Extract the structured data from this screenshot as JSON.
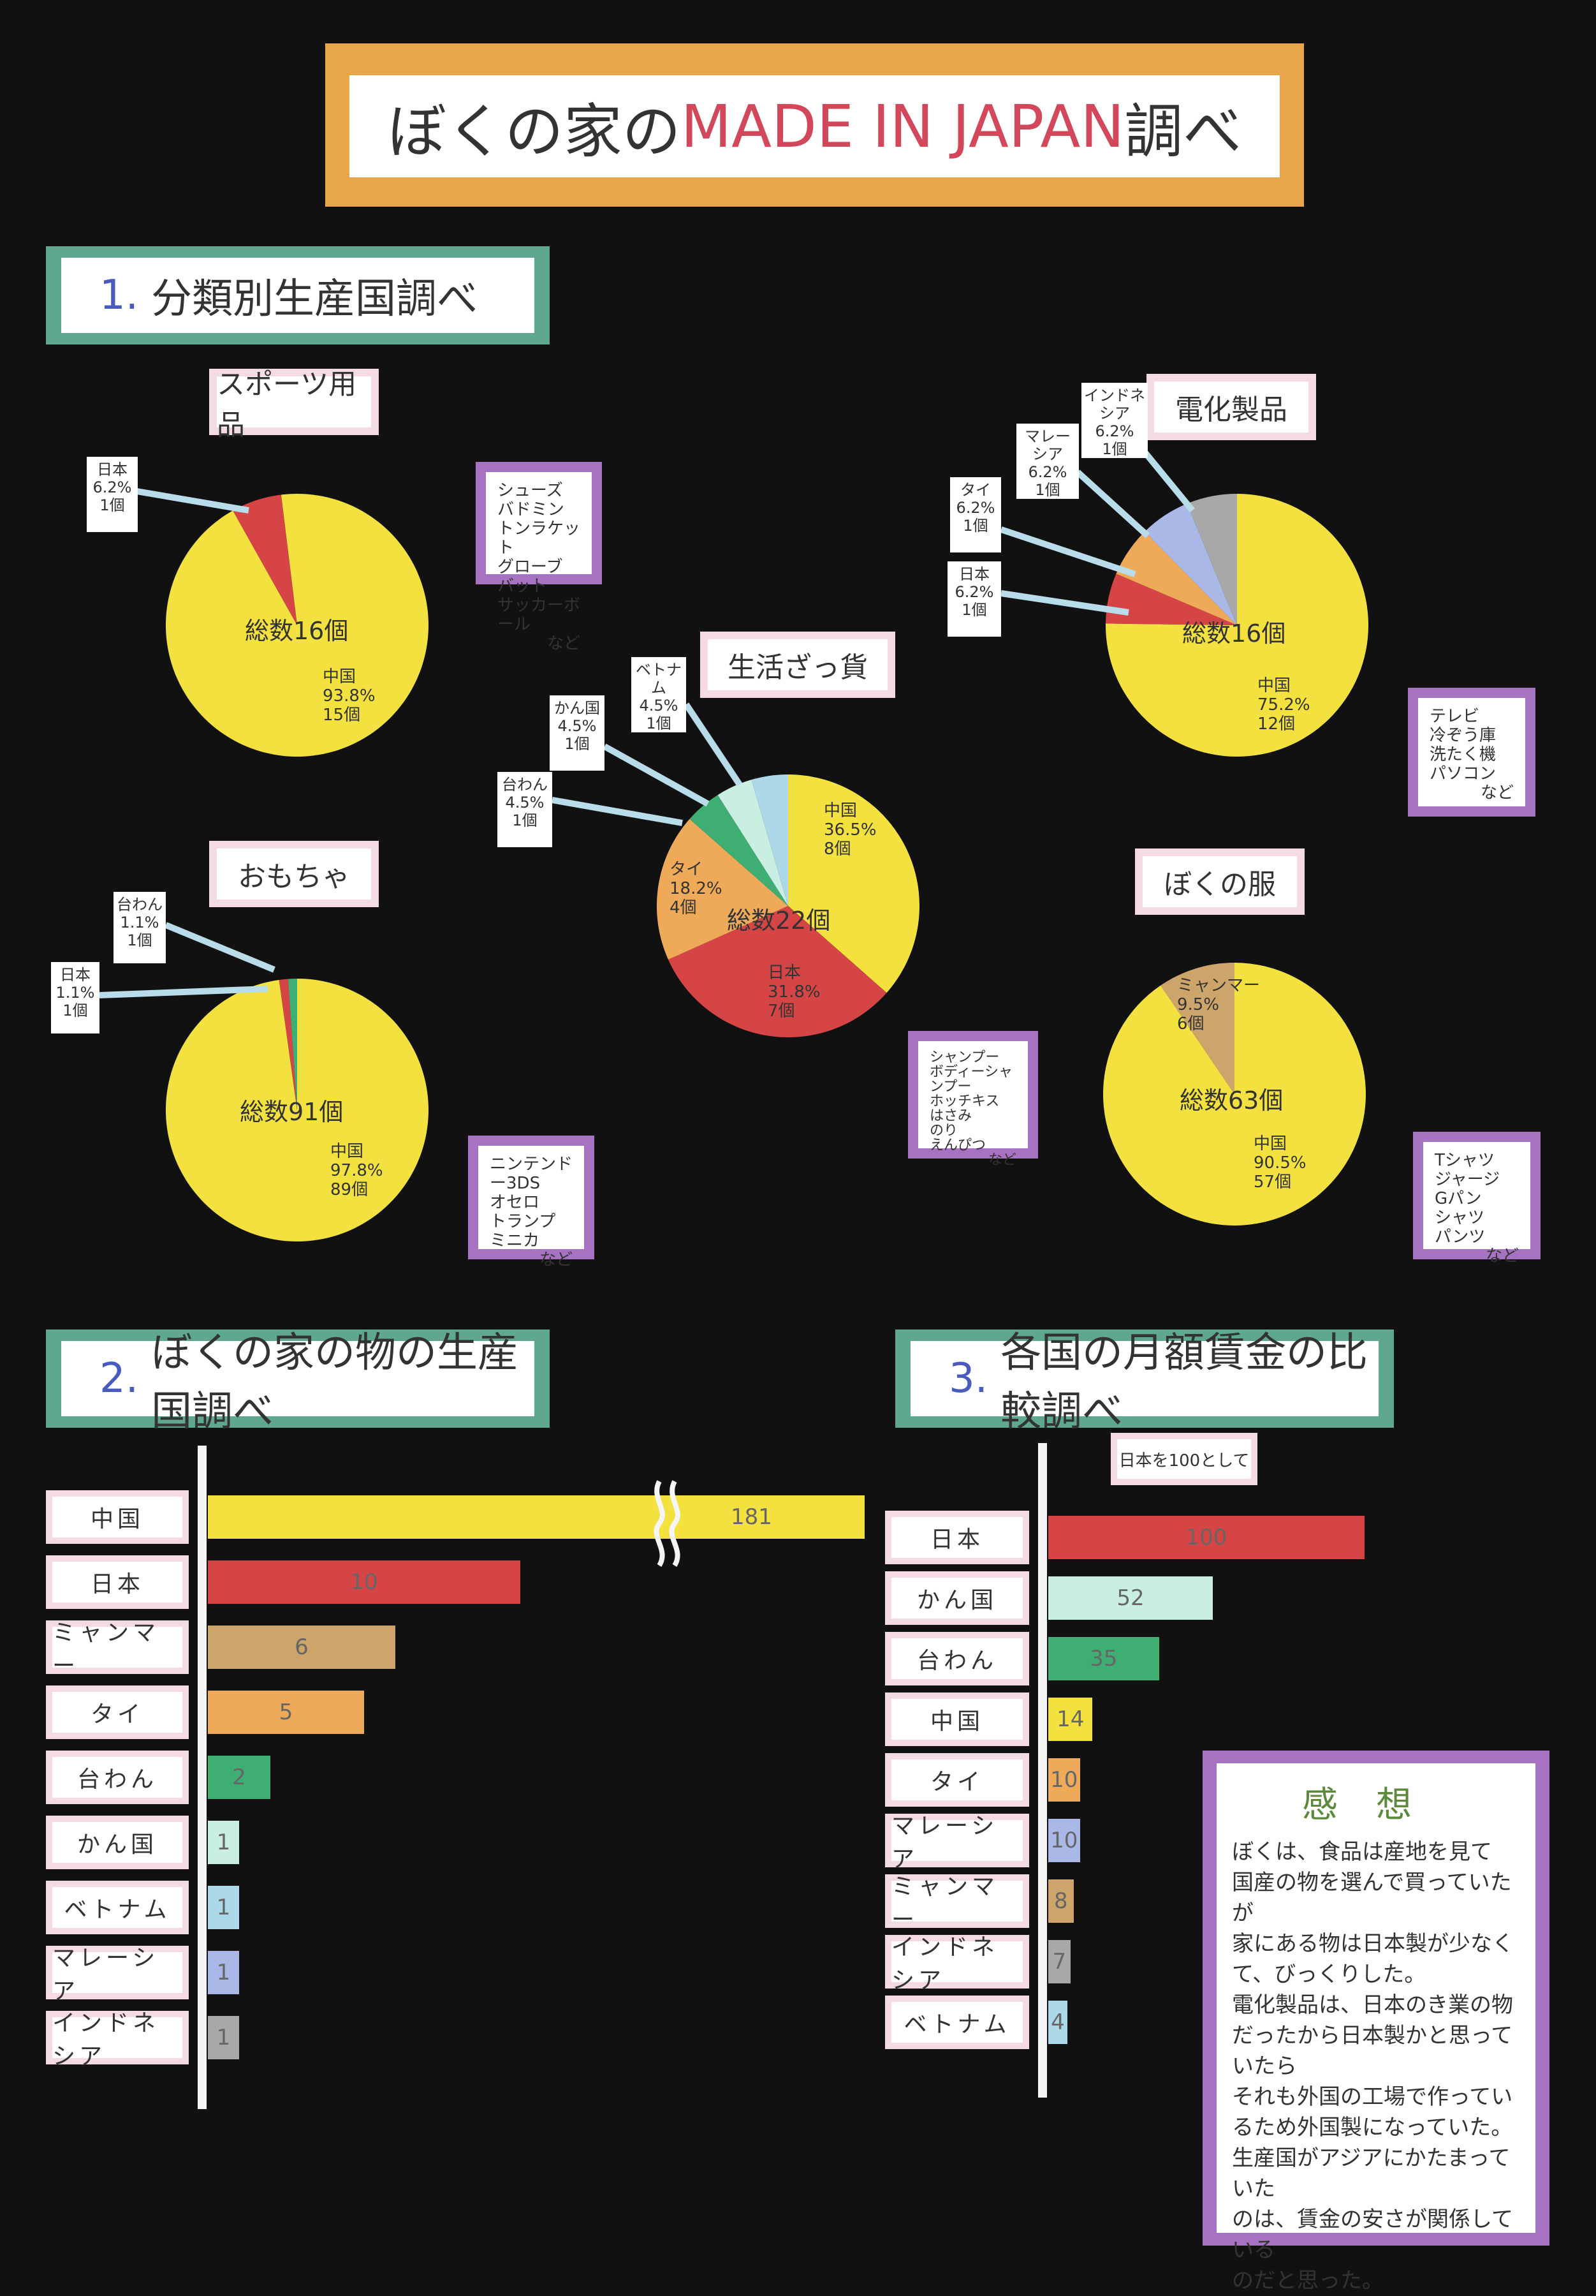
{
  "title": {
    "prefix": "ぼくの家の",
    "highlight": "MADE IN JAPAN",
    "suffix": "調べ"
  },
  "sections": {
    "s1": {
      "num": "1.",
      "label": "分類別生産国調べ"
    },
    "s2": {
      "num": "2.",
      "label": "ぼくの家の物の生産国調べ"
    },
    "s3": {
      "num": "3.",
      "label": "各国の月額賃金の比較調べ"
    }
  },
  "colors": {
    "china": "#f2e13f",
    "japan": "#d64545",
    "myanmar": "#cda56a",
    "thai": "#eeaa58",
    "taiwan": "#3fae72",
    "korea": "#c9eee2",
    "vietnam": "#add8e8",
    "malaysia": "#a9b8e6",
    "indonesia": "#a8a8a8"
  },
  "chart_data": [
    {
      "type": "pie",
      "title": "スポーツ用品",
      "total_label": "総数16個",
      "slices": [
        {
          "name": "中国",
          "percent": 93.8,
          "count": 15,
          "label": [
            "中国",
            "93.8%",
            "15個"
          ]
        },
        {
          "name": "日本",
          "percent": 6.2,
          "count": 1,
          "label": [
            "日本",
            "6.2%",
            "1個"
          ]
        }
      ],
      "examples": [
        "シューズ",
        "バドミントンラケット",
        "グローブ",
        "バット",
        "サッカーボール",
        "など"
      ]
    },
    {
      "type": "pie",
      "title": "電化製品",
      "total_label": "総数16個",
      "slices": [
        {
          "name": "中国",
          "percent": 75.2,
          "count": 12,
          "label": [
            "中国",
            "75.2%",
            "12個"
          ]
        },
        {
          "name": "日本",
          "percent": 6.2,
          "count": 1,
          "label": [
            "日本",
            "6.2%",
            "1個"
          ]
        },
        {
          "name": "タイ",
          "percent": 6.2,
          "count": 1,
          "label": [
            "タイ",
            "6.2%",
            "1個"
          ]
        },
        {
          "name": "マレーシア",
          "percent": 6.2,
          "count": 1,
          "label": [
            "マレーシア",
            "6.2%",
            "1個"
          ]
        },
        {
          "name": "インドネシア",
          "percent": 6.2,
          "count": 1,
          "label": [
            "インドネシア",
            "6.2%",
            "1個"
          ]
        }
      ],
      "examples": [
        "テレビ",
        "冷ぞう庫",
        "洗たく機",
        "パソコン",
        "など"
      ]
    },
    {
      "type": "pie",
      "title": "生活ざっ貨",
      "total_label": "総数22個",
      "slices": [
        {
          "name": "中国",
          "percent": 36.5,
          "count": 8,
          "label": [
            "中国",
            "36.5%",
            "8個"
          ]
        },
        {
          "name": "日本",
          "percent": 31.8,
          "count": 7,
          "label": [
            "日本",
            "31.8%",
            "7個"
          ]
        },
        {
          "name": "タイ",
          "percent": 18.2,
          "count": 4,
          "label": [
            "タイ",
            "18.2%",
            "4個"
          ]
        },
        {
          "name": "台わん",
          "percent": 4.5,
          "count": 1,
          "label": [
            "台わん",
            "4.5%",
            "1個"
          ]
        },
        {
          "name": "かん国",
          "percent": 4.5,
          "count": 1,
          "label": [
            "かん国",
            "4.5%",
            "1個"
          ]
        },
        {
          "name": "ベトナム",
          "percent": 4.5,
          "count": 1,
          "label": [
            "ベトナム",
            "4.5%",
            "1個"
          ]
        }
      ],
      "examples": [
        "シャンプー",
        "ボディーシャンプー",
        "ホッチキス",
        "はさみ",
        "のり",
        "えんぴつ",
        "など"
      ]
    },
    {
      "type": "pie",
      "title": "おもちゃ",
      "total_label": "総数91個",
      "slices": [
        {
          "name": "中国",
          "percent": 97.8,
          "count": 89,
          "label": [
            "中国",
            "97.8%",
            "89個"
          ]
        },
        {
          "name": "日本",
          "percent": 1.1,
          "count": 1,
          "label": [
            "日本",
            "1.1%",
            "1個"
          ]
        },
        {
          "name": "台わん",
          "percent": 1.1,
          "count": 1,
          "label": [
            "台わん",
            "1.1%",
            "1個"
          ]
        }
      ],
      "examples": [
        "ニンテンドー3DS",
        "オセロ",
        "トランプ",
        "ミニカ",
        "など"
      ]
    },
    {
      "type": "pie",
      "title": "ぼくの服",
      "total_label": "総数63個",
      "slices": [
        {
          "name": "中国",
          "percent": 90.5,
          "count": 57,
          "label": [
            "中国",
            "90.5%",
            "57個"
          ]
        },
        {
          "name": "ミャンマー",
          "percent": 9.5,
          "count": 6,
          "label": [
            "ミャンマー",
            "9.5%",
            "6個"
          ]
        }
      ],
      "examples": [
        "Tシャツ",
        "ジャージ",
        "Gパン",
        "シャツ",
        "パンツ",
        "など"
      ]
    },
    {
      "type": "bar",
      "title": "ぼくの家の物の生産国調べ",
      "categories": [
        "中国",
        "日本",
        "ミャンマー",
        "タイ",
        "台わん",
        "かん国",
        "ベトナム",
        "マレーシア",
        "インドネシア"
      ],
      "values": [
        181,
        10,
        6,
        5,
        2,
        1,
        1,
        1,
        1
      ]
    },
    {
      "type": "bar",
      "title": "各国の月額賃金の比較調べ",
      "note": "日本を100として",
      "categories": [
        "日本",
        "かん国",
        "台わん",
        "中国",
        "タイ",
        "マレーシア",
        "ミャンマー",
        "インドネシア",
        "ベトナム"
      ],
      "values": [
        100,
        52,
        35,
        14,
        10,
        10,
        8,
        7,
        4
      ]
    }
  ],
  "impression": {
    "title": "感想",
    "lines": [
      "ぼくは、食品は産地を見て",
      "国産の物を選んで買っていたが",
      "家にある物は日本製が少なく",
      "て、びっくりした。",
      "電化製品は、日本のき業の物",
      "だったから日本製かと思っていたら",
      "それも外国の工場で作ってい",
      "るため外国製になっていた。",
      "生産国がアジアにかたまっていた",
      "のは、賃金の安さが関係している",
      "のだと思った。"
    ]
  }
}
